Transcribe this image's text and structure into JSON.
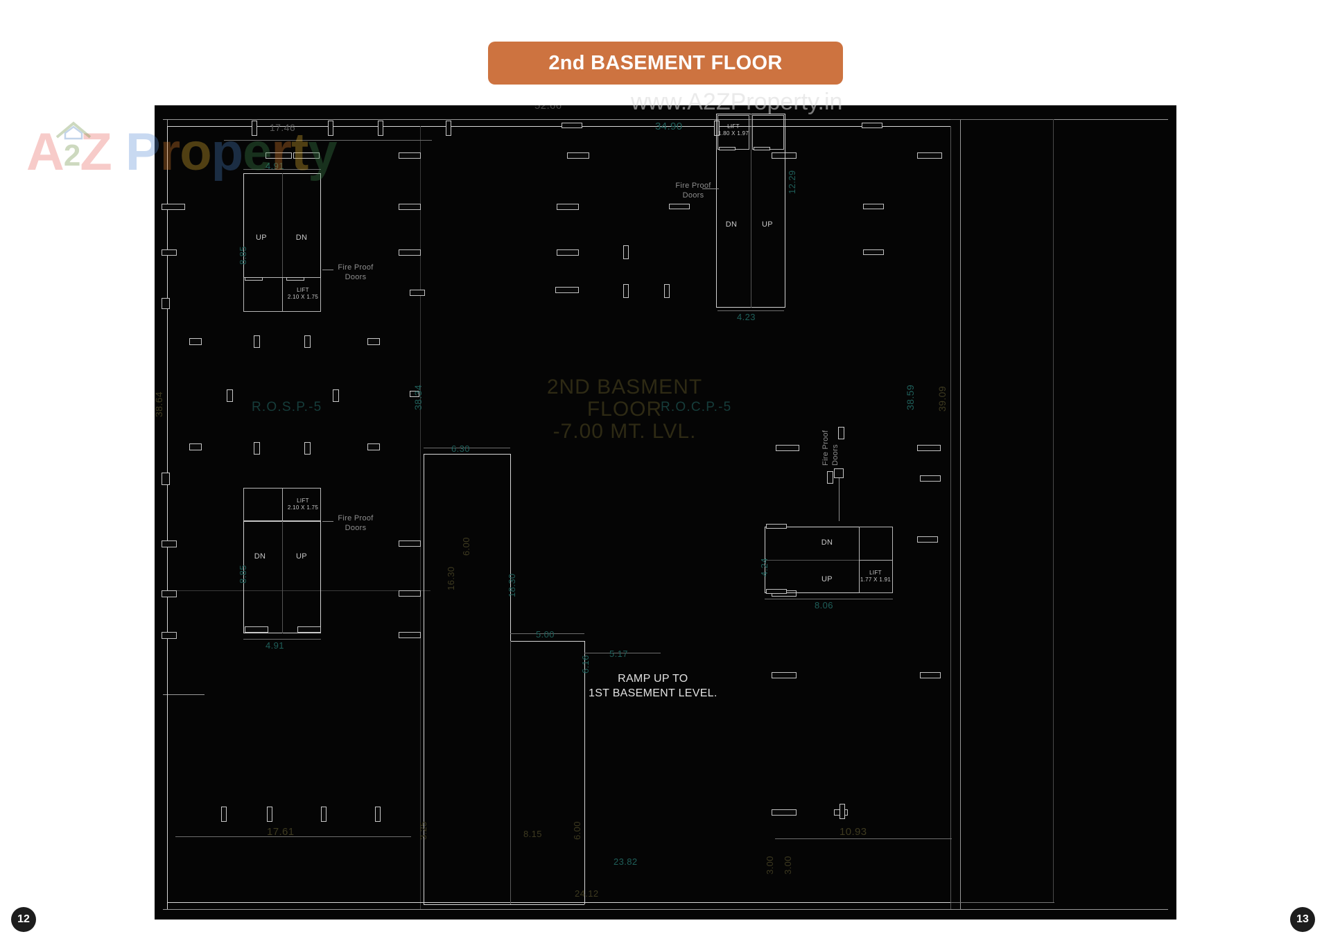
{
  "header": {
    "title": "2nd BASEMENT FLOOR",
    "accent_color": "#cd7340"
  },
  "watermarks": {
    "url": "www.A2ZProperty.in",
    "logo_a": "A",
    "logo_2": "2",
    "logo_z": "Z",
    "logo_p": "P",
    "logo_r": "r",
    "logo_o": "o",
    "logo_pe": "p",
    "logo_e": "e",
    "logo_rr": "r",
    "logo_t": "t",
    "logo_y": "y"
  },
  "footer": {
    "page_left": "12",
    "page_right": "13"
  },
  "plan": {
    "main_label_line1": "2ND BASMENT",
    "main_label_line2": "FLOOR",
    "main_label_line3": "-7.00 MT. LVL.",
    "zone_left": "R.O.S.P.-5",
    "zone_right": "R.O.C.P.-5",
    "ramp_line1": "RAMP UP TO",
    "ramp_line2": "1ST BASEMENT LEVEL.",
    "fire_proof_doors": "Fire Proof\nDoors",
    "fpd_l1": "Fire Proof",
    "fpd_l2": "Doors",
    "stair_up": "UP",
    "stair_dn": "DN",
    "lift_label": "LIFT",
    "lift_nw_size": "2.10 X 1.75",
    "lift_ne_size": "1.80 X 1.97",
    "lift_sw_size": "2.10 X 1.75",
    "lift_se_size": "1.77 X 1.91"
  },
  "dimensions": {
    "top_overall": "52.66",
    "top_left_span": "17.46",
    "top_right_span": "34.90",
    "nw_core_width": "4.91",
    "nw_core_height": "8.85",
    "ne_core_height": "12.29",
    "ne_core_width": "4.23",
    "left_overall": "38.64",
    "left_inner": "38.34",
    "right_inner": "38.59",
    "right_overall": "39.09",
    "sw_core_height": "8.85",
    "sw_core_width": "4.91",
    "se_core_height": "4.24",
    "se_core_width": "8.06",
    "ramp_top_width": "6.30",
    "ramp_inner_height": "6.00",
    "ramp_left_height": "16.30",
    "ramp_mid_height": "18.30",
    "ramp_step_width": "5.00",
    "ramp_lower_width": "5.17",
    "ramp_lower_height": "6.16",
    "ramp_bottom_seg": "8.15",
    "ramp_right_height": "6.00",
    "ramp_bottom_left": "3.25",
    "ramp_total_23": "23.82",
    "ramp_total_24": "24.12",
    "bottom_left_span": "17.61",
    "bottom_right_span": "10.93",
    "bottom_right_small1": "3.00",
    "bottom_right_small2": "3.00"
  }
}
